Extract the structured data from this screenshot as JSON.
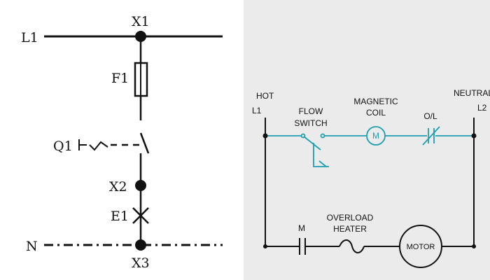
{
  "left_diagram": {
    "labels": {
      "l1": "L1",
      "x1": "X1",
      "f1": "F1",
      "q1": "Q1",
      "x2": "X2",
      "e1": "E1",
      "n": "N",
      "x3": "X3"
    }
  },
  "right_diagram": {
    "labels": {
      "hot": "HOT",
      "l1": "L1",
      "neutral": "NEUTRAL",
      "l2": "L2",
      "flow_switch_line1": "FLOW",
      "flow_switch_line2": "SWITCH",
      "magnetic_coil_line1": "MAGNETIC",
      "magnetic_coil_line2": "COIL",
      "coil_symbol": "M",
      "ol": "O/L",
      "contact_m": "M",
      "overload_heater_line1": "OVERLOAD",
      "overload_heater_line2": "HEATER",
      "motor": "MOTOR"
    },
    "colors": {
      "control_circuit": "#1e9fb0",
      "power_circuit": "#111111"
    }
  }
}
